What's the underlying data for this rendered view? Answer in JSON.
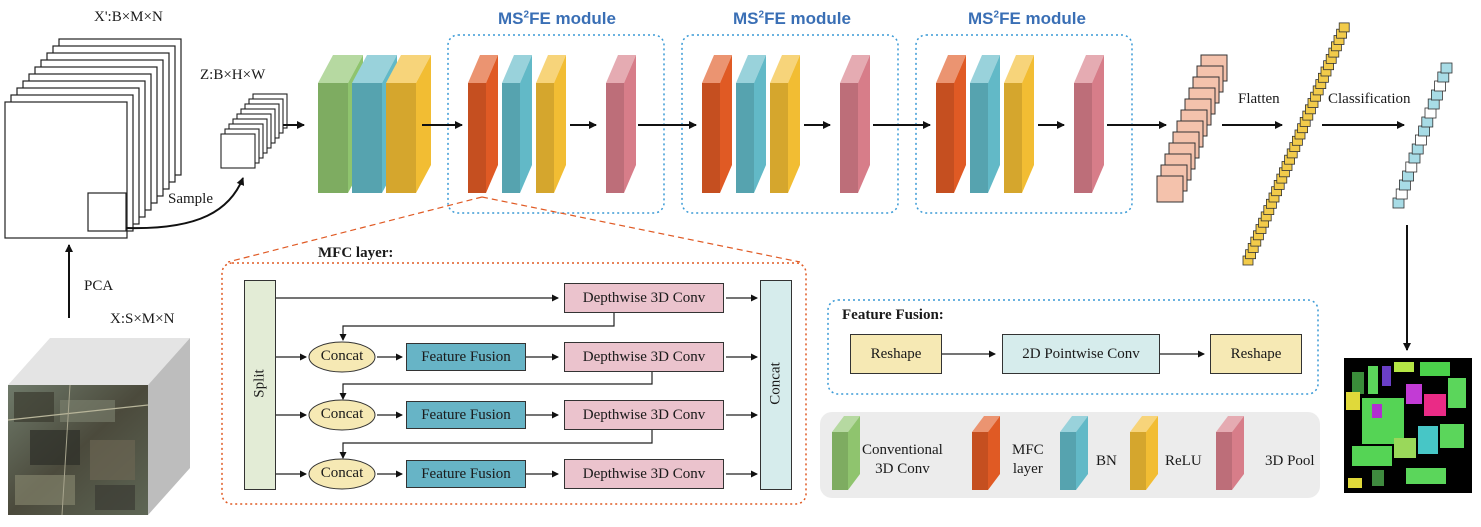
{
  "labels": {
    "xprime": "X':B×M×N",
    "z": "Z:B×H×W",
    "sample": "Sample",
    "pca": "PCA",
    "x": "X:S×M×N",
    "flatten": "Flatten",
    "classification": "Classification"
  },
  "modules": [
    {
      "name": "MS",
      "sup": "2",
      "suffix": "FE module"
    },
    {
      "name": "MS",
      "sup": "2",
      "suffix": "FE module"
    },
    {
      "name": "MS",
      "sup": "2",
      "suffix": "FE module"
    }
  ],
  "mfc": {
    "title": "MFC layer:",
    "split": "Split",
    "concat_out": "Concat",
    "dw_conv": "Depthwise 3D Conv",
    "concat": "Concat",
    "feature_fusion": "Feature Fusion"
  },
  "fusion": {
    "title": "Feature Fusion:",
    "reshape1": "Reshape",
    "pointwise": "2D Pointwise Conv",
    "reshape2": "Reshape"
  },
  "legend": {
    "items": [
      {
        "label": "Conventional 3D Conv",
        "color": "#8fc46e"
      },
      {
        "label": "MFC layer",
        "color": "#e05a24"
      },
      {
        "label": "BN",
        "color": "#62b9c7"
      },
      {
        "label": "ReLU",
        "color": "#f2bd33"
      },
      {
        "label": "3D Pool",
        "color": "#d77d89"
      }
    ]
  },
  "colors": {
    "conv": "#8fc46e",
    "mfc": "#e05a24",
    "bn": "#62b9c7",
    "relu": "#f2bd33",
    "pool": "#d77d89",
    "module_border": "#3a9ad6",
    "mfc_border": "#e05a24",
    "split_fill": "#e3ecd6",
    "concat_fill": "#d6ecec",
    "dw_fill": "#ebc3cd",
    "ff_fill": "#67b4c6",
    "ellipse_fill": "#f6e9b4",
    "reshape_fill": "#f6e9b4",
    "pointwise_fill": "#d6ecec"
  }
}
